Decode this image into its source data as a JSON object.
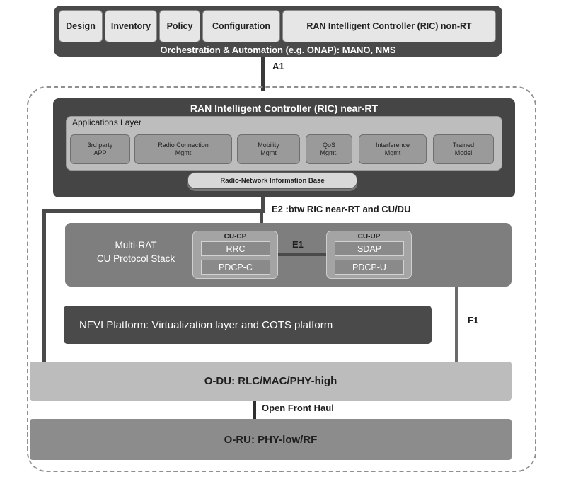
{
  "orchestration": {
    "tabs": [
      {
        "label": "Design"
      },
      {
        "label": "Inventory"
      },
      {
        "label": "Policy"
      },
      {
        "label": "Configuration"
      },
      {
        "label": "RAN Intelligent Controller (RIC) non-RT"
      }
    ],
    "caption": "Orchestration & Automation (e.g. ONAP): MANO, NMS"
  },
  "interfaces": {
    "a1": "A1",
    "e2": "E2 :btw RIC near-RT and CU/DU",
    "e1": "E1",
    "f1": "F1",
    "open_front_haul": "Open Front Haul"
  },
  "ric_near_rt": {
    "title": "RAN Intelligent Controller (RIC) near-RT",
    "applications_layer": {
      "title": "Applications Layer",
      "apps": [
        {
          "line1": "3rd party",
          "line2": "APP"
        },
        {
          "line1": "Radio Connection",
          "line2": "Mgmt"
        },
        {
          "line1": "Mobility",
          "line2": "Mgmt"
        },
        {
          "line1": "QoS",
          "line2": "Mgmt."
        },
        {
          "line1": "Interference",
          "line2": "Mgmt"
        },
        {
          "line1": "Trained",
          "line2": "Model"
        }
      ]
    },
    "rnib": "Radio-Network Information Base"
  },
  "cu_stack": {
    "label_line1": "Multi-RAT",
    "label_line2": "CU Protocol Stack",
    "cu_cp": {
      "title": "CU-CP",
      "items": [
        "RRC",
        "PDCP-C"
      ]
    },
    "cu_up": {
      "title": "CU-UP",
      "items": [
        "SDAP",
        "PDCP-U"
      ]
    }
  },
  "nfvi": "NFVI Platform: Virtualization layer and COTS platform",
  "o_du": "O-DU: RLC/MAC/PHY-high",
  "o_ru": "O-RU: PHY-low/RF"
}
